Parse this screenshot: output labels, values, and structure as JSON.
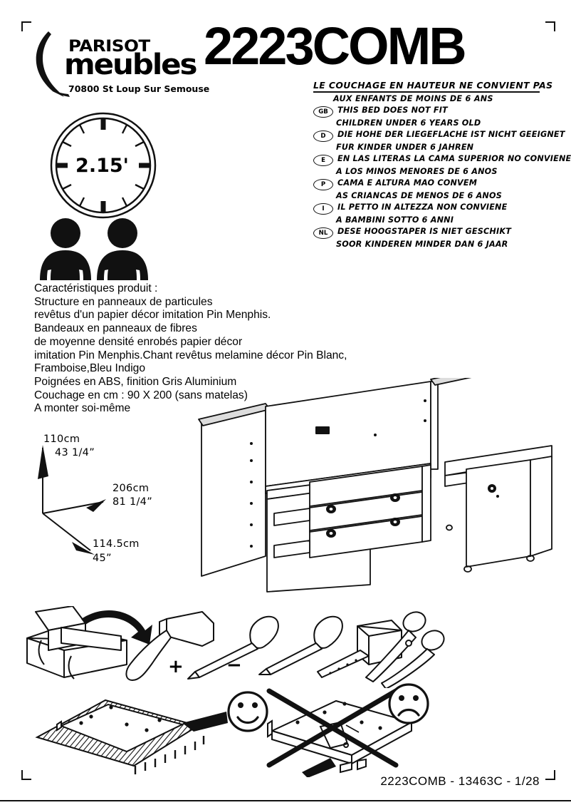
{
  "brand": {
    "name_top": "PARISOT",
    "name_bottom": "meubles",
    "address": "70800  St  Loup  Sur  Semouse"
  },
  "title": "2223COMB",
  "warning": {
    "headline": "LE COUCHAGE EN HAUTEUR NE CONVIENT PAS",
    "headline_sub": "AUX ENFANTS DE MOINS DE 6 ANS",
    "translations": [
      {
        "code": "GB",
        "line1": "THIS BED DOES NOT FIT",
        "line2": "CHILDREN UNDER 6 YEARS OLD"
      },
      {
        "code": "D",
        "line1": "DIE HOHE DER LIEGEFLACHE IST NICHT GEEIGNET",
        "line2": "FUR KINDER UNDER 6 JAHREN"
      },
      {
        "code": "E",
        "line1": "EN LAS LITERAS LA CAMA SUPERIOR NO CONVIENE",
        "line2": "A LOS MINOS MENORES DE 6 ANOS"
      },
      {
        "code": "P",
        "line1": "CAMA E ALTURA MAO CONVEM",
        "line2": "AS CRIANCAS DE MENOS DE 6 ANOS"
      },
      {
        "code": "I",
        "line1": "IL PETTO IN ALTEZZA NON CONVIENE",
        "line2": "A BAMBINI SOTTO 6 ANNI"
      },
      {
        "code": "NL",
        "line1": "DESE HOOGSTAPER IS NIET GESCHIKT",
        "line2": "SOOR KINDEREN MINDER DAN 6 JAAR"
      }
    ]
  },
  "assembly_info": {
    "time_label": "2.15'",
    "people_count": 2
  },
  "specs": {
    "lines": [
      "Caractéristiques produit :",
      "Structure en panneaux de particules",
      "revêtus d'un papier décor imitation Pin Menphis.",
      "Bandeaux en panneaux de fibres",
      "de moyenne densité enrobés papier décor",
      "imitation Pin Menphis.Chant revêtus melamine décor Pin Blanc,",
      "Framboise,Bleu Indigo",
      "Poignées en ABS, finition Gris Aluminium",
      "Couchage en cm : 90 X 200 (sans matelas)",
      "A monter soi-même"
    ]
  },
  "dimensions": {
    "height_cm": "110cm",
    "height_in": "43  1/4”",
    "width_cm": "206cm",
    "width_in": "81  1/4”",
    "depth_cm": "114.5cm",
    "depth_in": "45”"
  },
  "tools": {
    "phillips_symbol": "+",
    "flat_symbol": "−",
    "items": [
      "toolbox",
      "hammer",
      "phillips-screwdriver",
      "flat-screwdriver",
      "tape-measure",
      "scissors"
    ]
  },
  "advice": {
    "good": "assemble-on-soft-surface",
    "bad": "do-not-assemble-on-hard-floor"
  },
  "footer": "2223COMB  -  13463C  -  1/28"
}
